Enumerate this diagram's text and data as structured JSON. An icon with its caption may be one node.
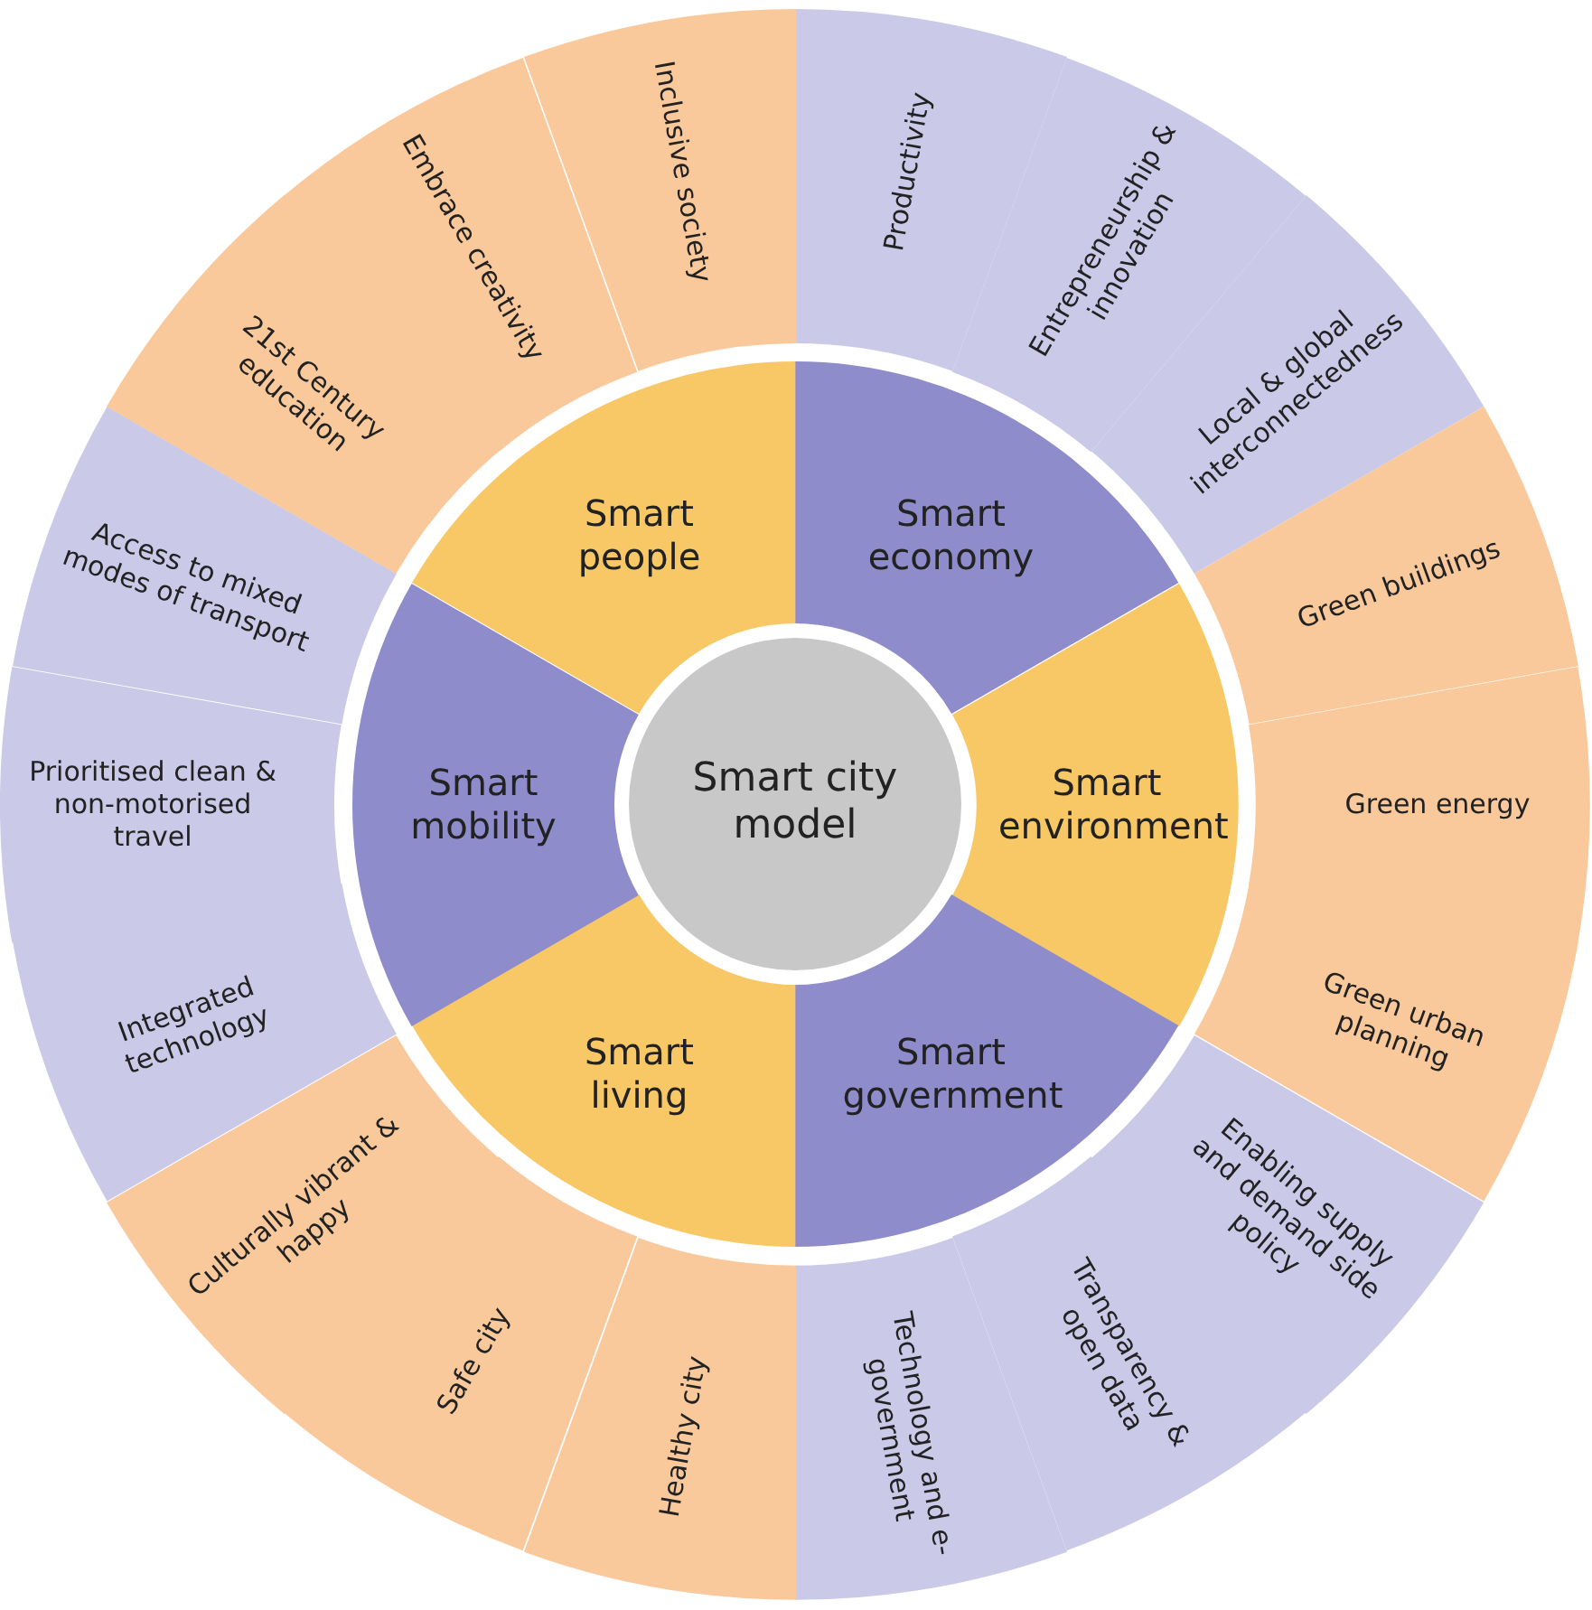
{
  "diagram": {
    "nodes": [
      {
        "text": [
          "Smart city model"
        ]
      },
      {
        "text": [
          "Smart economy"
        ]
      },
      {
        "text": [
          "Smart environment"
        ]
      },
      {
        "text": [
          "Smart government"
        ]
      },
      {
        "text": [
          "Smart living"
        ]
      },
      {
        "text": [
          "Smart mobility"
        ]
      },
      {
        "text": [
          "Smart people"
        ]
      },
      {
        "text": [
          "Productivity"
        ]
      },
      {
        "text": [
          "Entrepreneurship & innovation"
        ]
      },
      {
        "text": [
          "Local & global interconnectedness"
        ]
      },
      {
        "text": [
          "Green buildings"
        ]
      },
      {
        "text": [
          "Green energy"
        ]
      },
      {
        "text": [
          "Green urban planning"
        ]
      },
      {
        "text": [
          "Enabling supply and demand side policy"
        ]
      },
      {
        "text": [
          "Transparency & open data"
        ]
      },
      {
        "text": [
          "Technology and e-government"
        ]
      },
      {
        "text": [
          "Healthy city"
        ]
      },
      {
        "text": [
          "Safe city"
        ]
      },
      {
        "text": [
          "Culturally vibrant & happy"
        ]
      },
      {
        "text": [
          "Integrated technology"
        ]
      },
      {
        "text": [
          "Prioritised clean & non-motorised travel"
        ]
      },
      {
        "text": [
          "Access to mixed modes of transport"
        ]
      },
      {
        "text": [
          "21st Century education"
        ]
      },
      {
        "text": [
          "Embrace creativity"
        ]
      },
      {
        "text": [
          "Inclusive society"
        ]
      }
    ]
  }
}
